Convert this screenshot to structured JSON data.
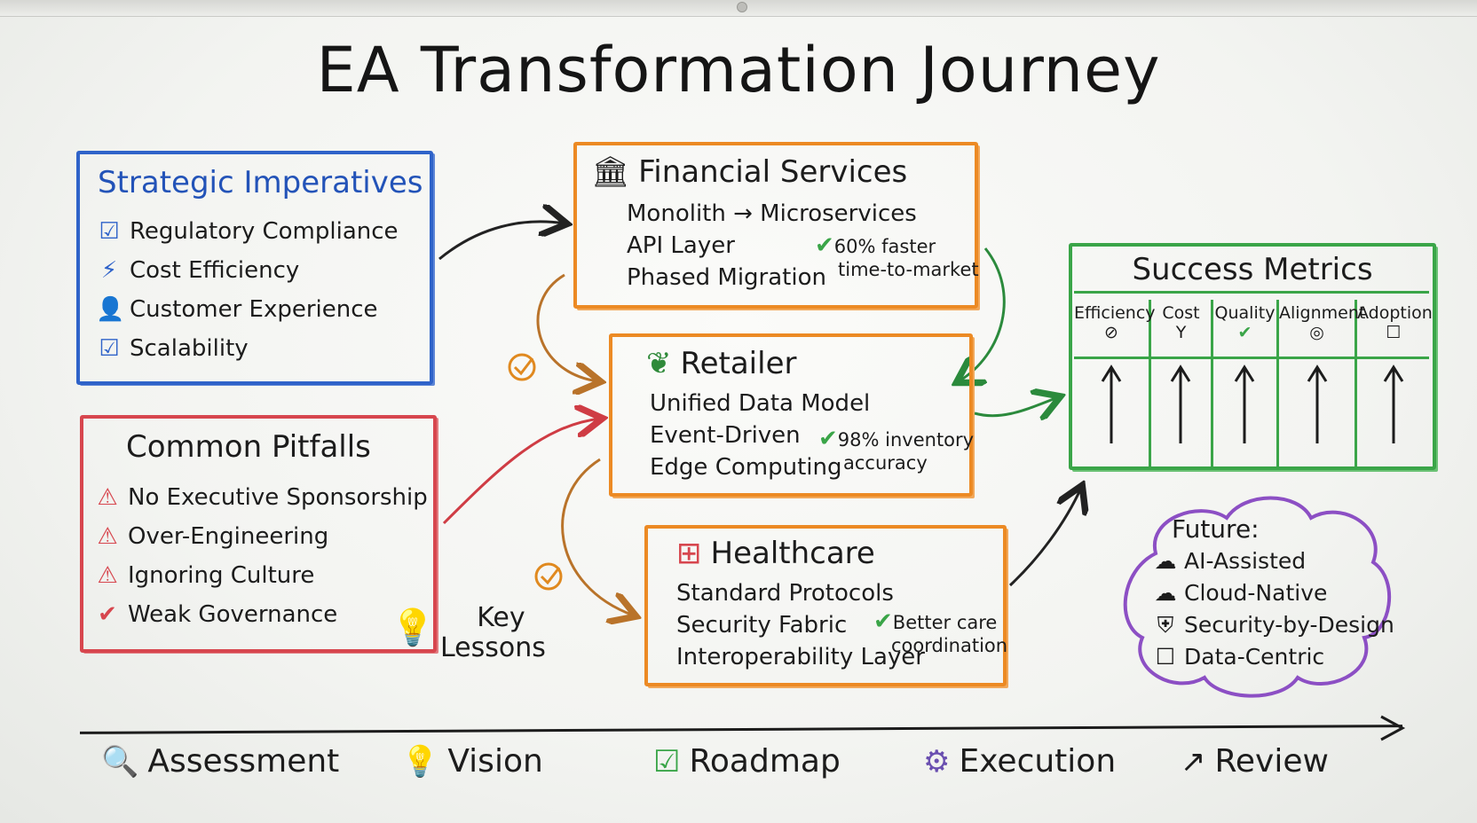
{
  "title": "EA Transformation Journey",
  "strategic": {
    "heading": "Strategic Imperatives",
    "items": [
      {
        "icon": "checkbox-icon",
        "glyph": "☑",
        "label": "Regulatory Compliance"
      },
      {
        "icon": "efficiency-icon",
        "glyph": "⚡",
        "label": "Cost Efficiency"
      },
      {
        "icon": "person-icon",
        "glyph": "👤",
        "label": "Customer Experience"
      },
      {
        "icon": "checkbox-icon",
        "glyph": "☑",
        "label": "Scalability"
      }
    ]
  },
  "pitfalls": {
    "heading": "Common Pitfalls",
    "items": [
      {
        "icon": "warning-icon",
        "glyph": "⚠",
        "label": "No Executive Sponsorship"
      },
      {
        "icon": "warning-icon",
        "glyph": "⚠",
        "label": "Over-Engineering"
      },
      {
        "icon": "warning-icon",
        "glyph": "⚠",
        "label": "Ignoring Culture"
      },
      {
        "icon": "check-circle-icon",
        "glyph": "✔",
        "label": "Weak Governance"
      }
    ]
  },
  "lessons": {
    "line1": "Key",
    "line2": "Lessons"
  },
  "financial": {
    "heading": "Financial Services",
    "items": [
      "Monolith → Microservices",
      "API Layer",
      "Phased Migration"
    ],
    "note1": "60% faster",
    "note2": "time-to-market"
  },
  "retailer": {
    "heading": "Retailer",
    "items": [
      "Unified Data Model",
      "Event-Driven",
      "Edge Computing"
    ],
    "note1": "98% inventory",
    "note2": "accuracy"
  },
  "healthcare": {
    "heading": "Healthcare",
    "items": [
      "Standard Protocols",
      "Security Fabric",
      "Interoperability Layer"
    ],
    "note1": "Better care",
    "note2": "coordination"
  },
  "metrics": {
    "heading": "Success Metrics",
    "columns": [
      {
        "label": "Efficiency",
        "glyph": "⊘"
      },
      {
        "label": "Cost",
        "glyph": "Y"
      },
      {
        "label": "Quality",
        "glyph": "✔"
      },
      {
        "label": "Alignment",
        "glyph": "◎"
      },
      {
        "label": "Adoption",
        "glyph": "☐"
      }
    ]
  },
  "future": {
    "heading": "Future:",
    "items": [
      {
        "icon": "cloud-icon",
        "glyph": "☁",
        "label": "AI-Assisted"
      },
      {
        "icon": "cloud-icon",
        "glyph": "☁",
        "label": "Cloud-Native"
      },
      {
        "icon": "shield-icon",
        "glyph": "⛨",
        "label": "Security-by-Design"
      },
      {
        "icon": "square-icon",
        "glyph": "☐",
        "label": "Data-Centric"
      }
    ]
  },
  "timeline": [
    {
      "icon": "magnifier-icon",
      "glyph": "🔍",
      "label": "Assessment"
    },
    {
      "icon": "lightbulb-icon",
      "glyph": "💡",
      "label": "Vision"
    },
    {
      "icon": "checkbox-icon",
      "glyph": "☑",
      "label": "Roadmap"
    },
    {
      "icon": "gear-icon",
      "glyph": "⚙",
      "label": "Execution"
    },
    {
      "icon": "trend-arrow-icon",
      "glyph": "↗",
      "label": "Review"
    }
  ],
  "colors": {
    "blue": "#2f63c9",
    "red": "#d7464e",
    "orange": "#ec8a24",
    "green": "#3aa548",
    "purple": "#8c4fc4"
  }
}
